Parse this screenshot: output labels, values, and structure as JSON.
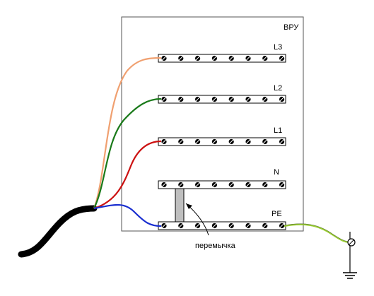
{
  "panel": {
    "title": "ВРУ"
  },
  "bus_labels": {
    "l3": "L3",
    "l2": "L2",
    "l1": "L1",
    "n": "N",
    "pe": "PE"
  },
  "annotation": {
    "jumper": "перемычка"
  },
  "colors": {
    "l3_wire": "#f0a070",
    "l2_wire": "#1a7a1a",
    "l1_wire": "#cc1111",
    "n_wire": "#1a2fd0",
    "pe_wire": "#9acd32",
    "cable": "#000000",
    "jumper_fill": "#bfbfbf"
  },
  "icons": {
    "terminal": "screw-terminal-icon",
    "ground": "ground-electrode-icon"
  }
}
